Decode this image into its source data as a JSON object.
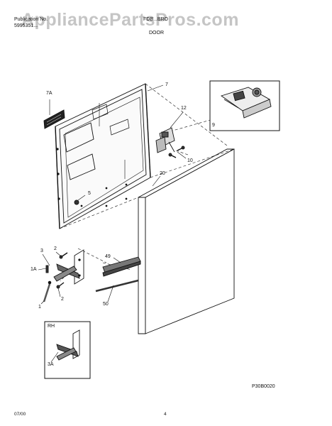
{
  "watermark": "AppliancePartsPros.com",
  "header": {
    "pub_label": "Publication No.",
    "pub_number": "5995351...",
    "model": "FDB...BRO",
    "section": "DOOR"
  },
  "callouts": {
    "c7a": "7A",
    "c7": "7",
    "c12": "12",
    "c9": "9",
    "c10": "10",
    "c20": "20",
    "c5": "5",
    "c3": "3",
    "c2a": "2",
    "c1a": "1A",
    "c2b": "2",
    "c1": "1",
    "c49": "49",
    "c50": "50",
    "rh": "RH",
    "c3a": "3A"
  },
  "figure_code": "P30B0020",
  "footer": {
    "date": "07/00",
    "page": "4"
  }
}
